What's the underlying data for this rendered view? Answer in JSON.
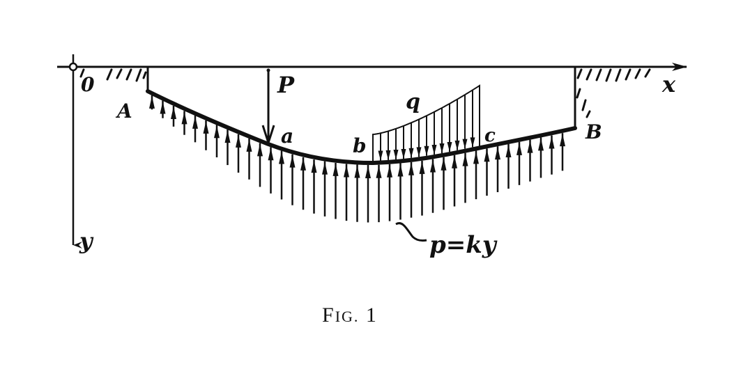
{
  "figure": {
    "caption": {
      "prefix_cap": "F",
      "prefix_sc": "IG.",
      "number": "1"
    },
    "axes": {
      "x_label": "x",
      "y_label": "y",
      "origin_label": "0"
    },
    "points": {
      "A": "A",
      "B": "B",
      "a": "a",
      "b": "b",
      "c": "c"
    },
    "loads": {
      "concentrated": "P",
      "distributed": "q",
      "reaction": "p=ky"
    },
    "colors": {
      "ink": "#111111",
      "background": "#ffffff"
    }
  }
}
